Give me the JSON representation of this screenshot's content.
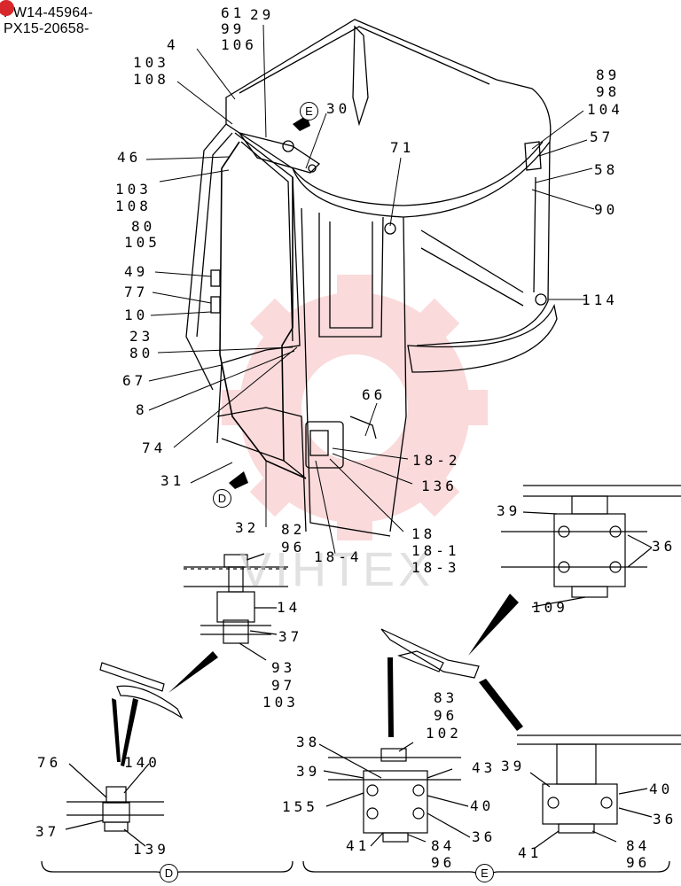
{
  "header": {
    "line1": "PW14-45964-",
    "line2": "PX15-20658-"
  },
  "watermark": {
    "text": "VIHTEX",
    "color": "#e8363c"
  },
  "callouts": {
    "l_61": "61",
    "l_99": "99",
    "l_106": "106",
    "l_29": "29",
    "l_4": "4",
    "l_103a": "103",
    "l_108a": "108",
    "l_46": "46",
    "l_103b": "103",
    "l_108b": "108",
    "l_80a": "80",
    "l_105": "105",
    "l_49": "49",
    "l_77": "77",
    "l_10": "10",
    "l_23": "23",
    "l_80b": "80",
    "l_67": "67",
    "l_8": "8",
    "l_74": "74",
    "l_31": "31",
    "l_32": "32",
    "l_30": "30",
    "l_71": "71",
    "l_89": "89",
    "l_98": "98",
    "l_104": "104",
    "l_57": "57",
    "l_58": "58",
    "l_90": "90",
    "l_114": "114",
    "l_66": "66",
    "l_18_2": "18-2",
    "l_136": "136",
    "l_18": "18",
    "l_18_1": "18-1",
    "l_18_3": "18-3",
    "l_18_4": "18-4",
    "l_82": "82",
    "l_96a": "96",
    "l_14": "14",
    "l_37a": "37",
    "l_93": "93",
    "l_97": "97",
    "l_103c": "103",
    "l_39a": "39",
    "l_36a": "36",
    "l_109": "109",
    "l_83": "83",
    "l_96b": "96",
    "l_102": "102",
    "l_76": "76",
    "l_140": "140",
    "l_37b": "37",
    "l_139": "139",
    "l_38": "38",
    "l_39b": "39",
    "l_155": "155",
    "l_43": "43",
    "l_40a": "40",
    "l_36b": "36",
    "l_41a": "41",
    "l_84a": "84",
    "l_96c": "96",
    "l_39c": "39",
    "l_40b": "40",
    "l_36c": "36",
    "l_41b": "41",
    "l_84b": "84",
    "l_96d": "96"
  },
  "views": {
    "view_d": "D",
    "view_e": "E"
  }
}
